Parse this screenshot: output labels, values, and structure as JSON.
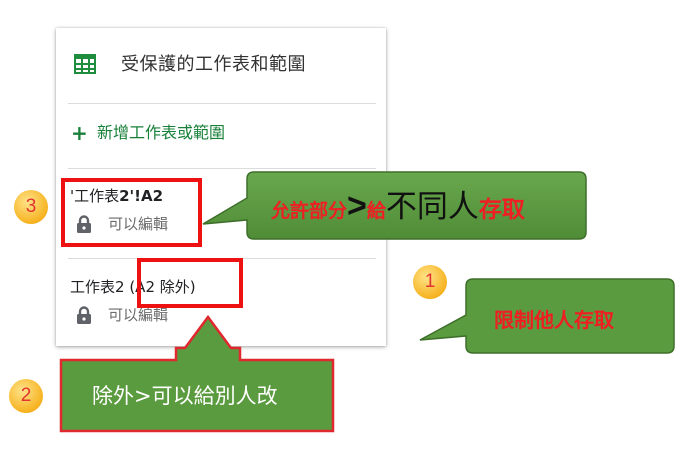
{
  "panel": {
    "title": "受保護的工作表和範圍",
    "add_label": "新增工作表或範圍",
    "items": [
      {
        "title_prefix": "'工作表",
        "title_bold": "2'!A2",
        "subtitle": "可以編輯"
      },
      {
        "title_prefix": "工作表",
        "title_mid": "2 (A2",
        "title_suffix": " 除外)",
        "subtitle": "可以編輯"
      }
    ]
  },
  "markers": [
    "1",
    "2",
    "3"
  ],
  "callouts": {
    "top": {
      "part1": "允許部分",
      "gt": ">",
      "part2": "給",
      "part3": "不同人",
      "part4": "存取"
    },
    "right": {
      "text": "限制他人存取"
    },
    "bottom": {
      "text": "除外>可以給別人改"
    }
  },
  "colors": {
    "accent_green": "#188038",
    "callout_green": "#5b9b3f",
    "highlight_red": "#ee1111"
  },
  "icons": [
    "sheets-icon",
    "plus-icon",
    "lock-icon"
  ]
}
